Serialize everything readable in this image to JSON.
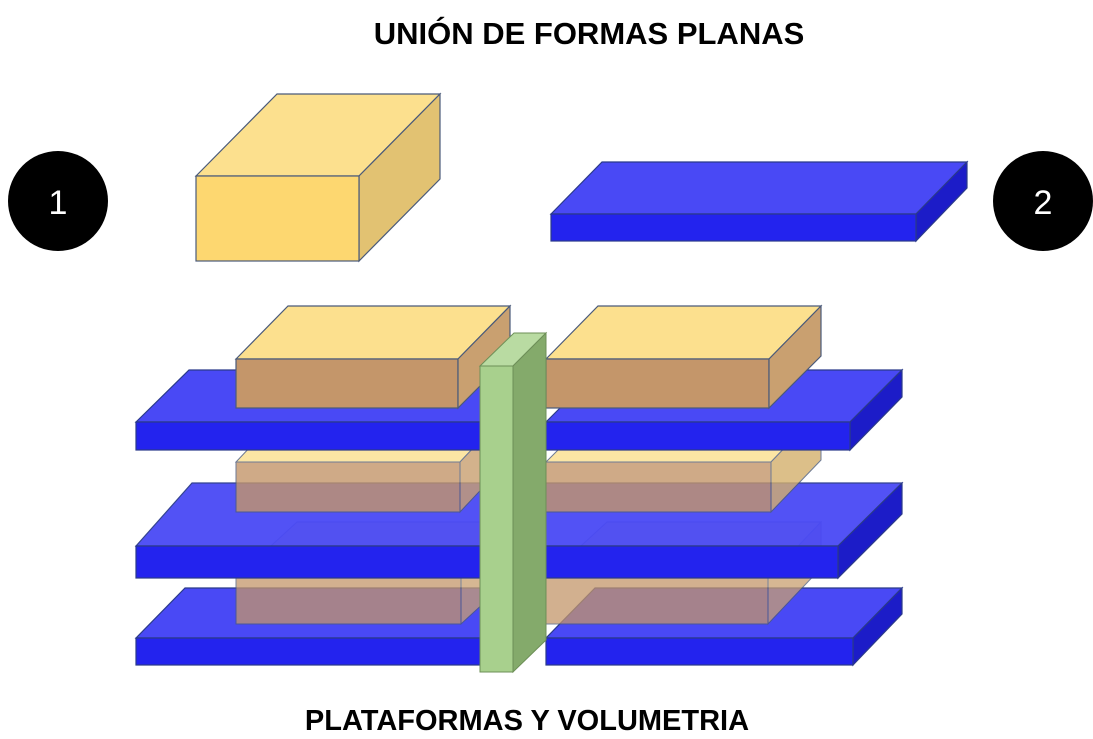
{
  "title": "UNIÓN DE FORMAS PLANAS",
  "caption": "PLATAFORMAS Y VOLUMETRIA",
  "badges": [
    {
      "label": "1"
    },
    {
      "label": "2"
    }
  ],
  "colors": {
    "yellow_front": "#fdd770",
    "yellow_top": "#fce08e",
    "yellow_side": "#e2c272",
    "blue_front": "#2323ee",
    "blue_top": "#4949f5",
    "blue_side": "#1c1cc8",
    "green_front": "#a8d08d",
    "green_top": "#b9dba2",
    "green_side": "#84aa6b",
    "badge": "#000000"
  }
}
